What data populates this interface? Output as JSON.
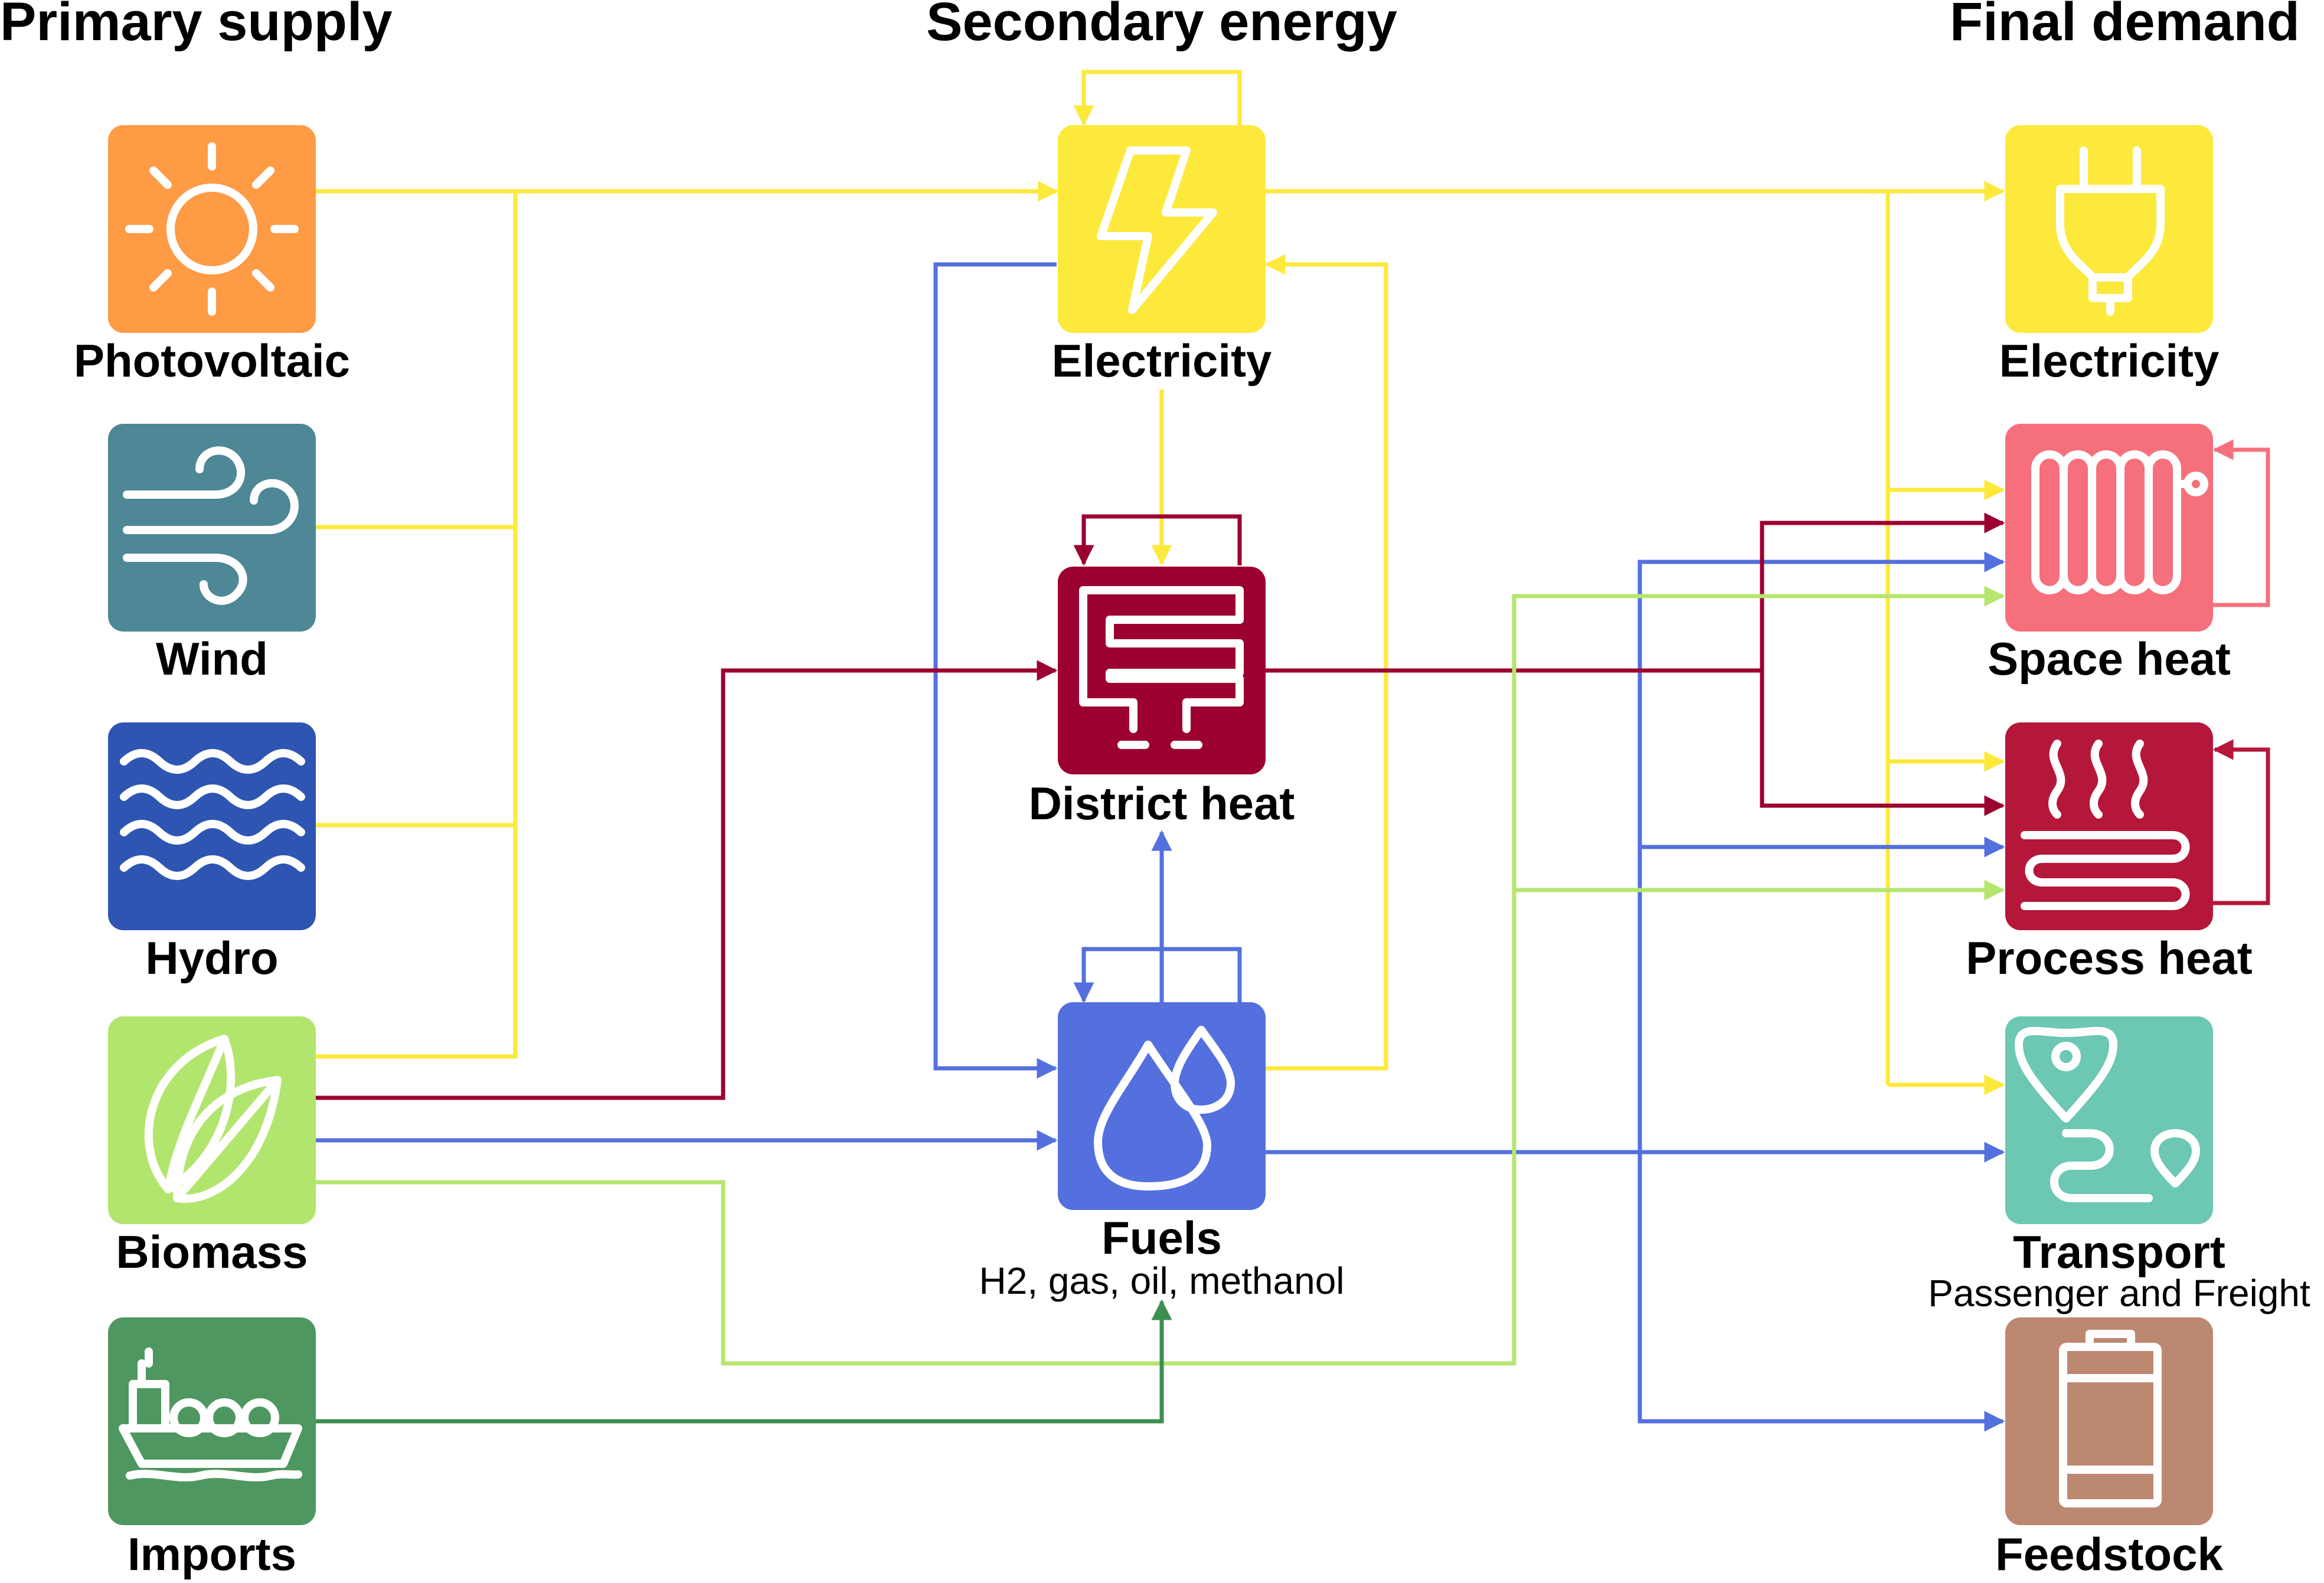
{
  "columns": {
    "primary": "Primary supply",
    "secondary": "Secondary energy",
    "final": "Final demand"
  },
  "colors": {
    "electricity": "#FDE93B",
    "district_heat": "#9C0030",
    "fuels": "#5470DE",
    "biomass_flow": "#B5E66E",
    "imports_flow": "#3E8E51",
    "space_heat": "#F5707C",
    "photovoltaic": "#FF9A45",
    "wind": "#4E8795",
    "hydro": "#2F55B3",
    "biomass": "#B2E56D",
    "imports": "#4E9760",
    "process_heat": "#B5173A",
    "transport": "#6CC7B3",
    "feedstock": "#BD8871"
  },
  "nodes": {
    "photovoltaic": {
      "label": "Photovoltaic",
      "icon": "sun-icon"
    },
    "wind": {
      "label": "Wind",
      "icon": "wind-icon"
    },
    "hydro": {
      "label": "Hydro",
      "icon": "waves-icon"
    },
    "biomass": {
      "label": "Biomass",
      "icon": "leaf-icon"
    },
    "imports": {
      "label": "Imports",
      "icon": "ship-icon"
    },
    "electricity": {
      "label": "Electricity",
      "icon": "lightning-icon"
    },
    "district_heat": {
      "label": "District heat",
      "icon": "heating-coil-icon"
    },
    "fuels": {
      "label": "Fuels",
      "sublabel": "H2, gas, oil, methanol",
      "icon": "droplets-icon"
    },
    "final_electricity": {
      "label": "Electricity",
      "icon": "plug-icon"
    },
    "space_heat": {
      "label": "Space heat",
      "icon": "radiator-icon"
    },
    "process_heat": {
      "label": "Process heat",
      "icon": "steam-icon"
    },
    "transport": {
      "label": "Transport",
      "sublabel": "Passenger and Freight",
      "icon": "route-icon"
    },
    "feedstock": {
      "label": "Feedstock",
      "icon": "barrel-icon"
    }
  },
  "flows": [
    {
      "from": "photovoltaic",
      "to": "electricity",
      "carrier": "electricity"
    },
    {
      "from": "wind",
      "to": "electricity",
      "carrier": "electricity"
    },
    {
      "from": "hydro",
      "to": "electricity",
      "carrier": "electricity"
    },
    {
      "from": "biomass",
      "to": "electricity",
      "carrier": "electricity"
    },
    {
      "from": "biomass",
      "to": "district_heat",
      "carrier": "district_heat"
    },
    {
      "from": "biomass",
      "to": "fuels",
      "carrier": "fuels"
    },
    {
      "from": "biomass",
      "to": "space_heat",
      "carrier": "biomass_flow"
    },
    {
      "from": "biomass",
      "to": "process_heat",
      "carrier": "biomass_flow"
    },
    {
      "from": "imports",
      "to": "fuels",
      "carrier": "imports_flow"
    },
    {
      "from": "electricity",
      "to": "electricity",
      "carrier": "electricity"
    },
    {
      "from": "electricity",
      "to": "district_heat",
      "carrier": "electricity"
    },
    {
      "from": "electricity",
      "to": "fuels",
      "carrier": "fuels"
    },
    {
      "from": "electricity",
      "to": "final_electricity",
      "carrier": "electricity"
    },
    {
      "from": "electricity",
      "to": "space_heat",
      "carrier": "electricity"
    },
    {
      "from": "electricity",
      "to": "process_heat",
      "carrier": "electricity"
    },
    {
      "from": "electricity",
      "to": "transport",
      "carrier": "electricity"
    },
    {
      "from": "district_heat",
      "to": "district_heat",
      "carrier": "district_heat"
    },
    {
      "from": "district_heat",
      "to": "space_heat",
      "carrier": "district_heat"
    },
    {
      "from": "district_heat",
      "to": "process_heat",
      "carrier": "district_heat"
    },
    {
      "from": "fuels",
      "to": "fuels",
      "carrier": "fuels"
    },
    {
      "from": "fuels",
      "to": "district_heat",
      "carrier": "fuels"
    },
    {
      "from": "fuels",
      "to": "electricity",
      "carrier": "electricity"
    },
    {
      "from": "fuels",
      "to": "transport",
      "carrier": "fuels"
    },
    {
      "from": "fuels",
      "to": "space_heat",
      "carrier": "fuels"
    },
    {
      "from": "fuels",
      "to": "process_heat",
      "carrier": "fuels"
    },
    {
      "from": "fuels",
      "to": "feedstock",
      "carrier": "fuels"
    },
    {
      "from": "space_heat",
      "to": "space_heat",
      "carrier": "space_heat"
    },
    {
      "from": "process_heat",
      "to": "process_heat",
      "carrier": "process_heat"
    }
  ]
}
